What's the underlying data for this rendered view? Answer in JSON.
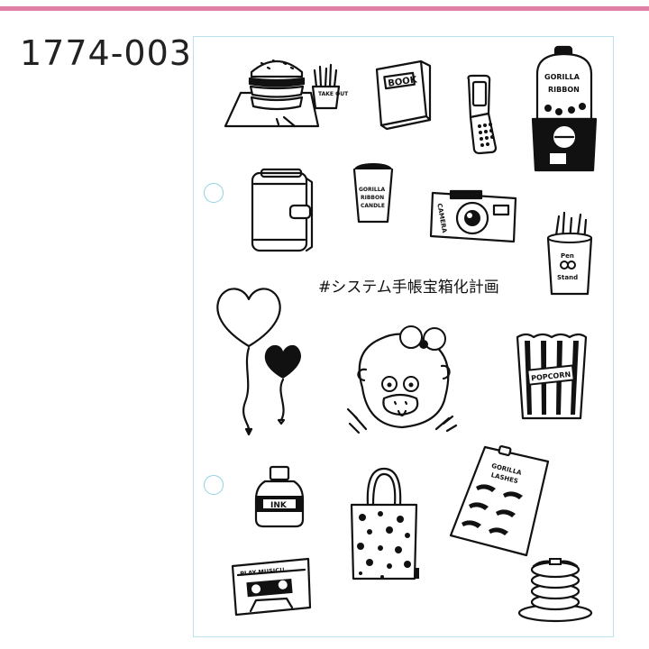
{
  "product_code": "1774-003",
  "accent_color": "#e07fa6",
  "sheet_border_color": "#b9e4ee",
  "hashtag": "#システム手帳宝箱化計画",
  "stickers": {
    "burger": {
      "label": "TAKE OUT",
      "icon": "burger-fries-icon"
    },
    "book": {
      "label": "BOOK",
      "icon": "book-icon"
    },
    "flip_phone": {
      "icon": "flip-phone-icon"
    },
    "gumball": {
      "label_line1": "GORILLA",
      "label_line2": "RIBBON",
      "icon": "gumball-machine-icon"
    },
    "planner": {
      "icon": "planner-icon"
    },
    "candle": {
      "label_line1": "GORILLA",
      "label_line2": "RIBBON",
      "label_line3": "CANDLE",
      "icon": "candle-icon"
    },
    "camera": {
      "label": "CAMERA",
      "icon": "camera-icon"
    },
    "pen_stand": {
      "label_line1": "Pen",
      "label_line2": "Stand",
      "icon": "pen-stand-icon"
    },
    "balloons": {
      "icon": "heart-balloons-icon"
    },
    "gorilla": {
      "icon": "gorilla-face-icon"
    },
    "popcorn": {
      "label": "POPCORN",
      "icon": "popcorn-icon"
    },
    "ink": {
      "label": "INK",
      "icon": "ink-bottle-icon"
    },
    "tote": {
      "icon": "tote-bag-icon"
    },
    "lashes": {
      "label_line1": "GORILLA",
      "label_line2": "LASHES",
      "icon": "eyelashes-icon"
    },
    "cassette": {
      "label": "PLAY MUSIC!!",
      "icon": "cassette-icon"
    },
    "pancakes": {
      "icon": "pancakes-icon"
    }
  }
}
